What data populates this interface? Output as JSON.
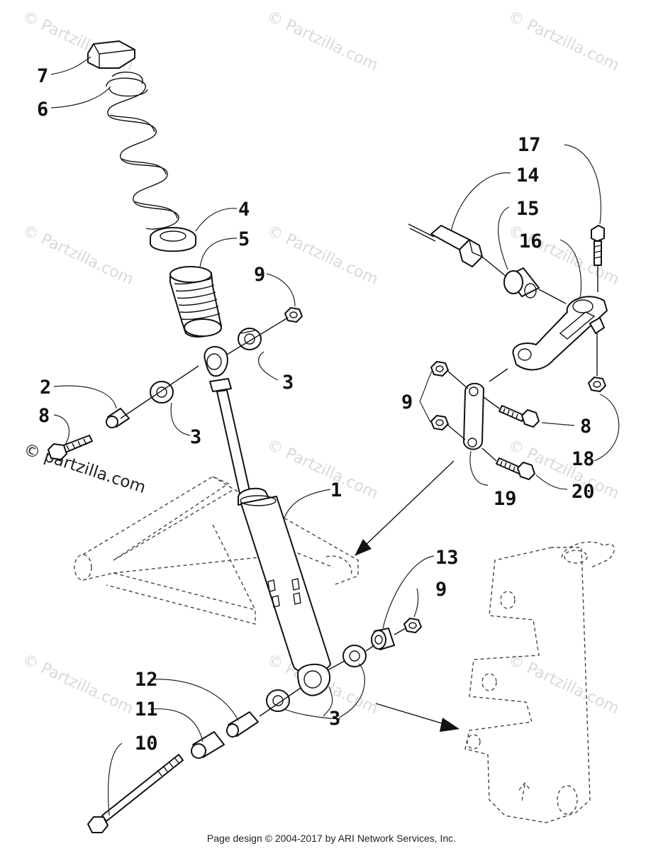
{
  "watermark": {
    "text": "Partzilla.com",
    "symbol": "©",
    "corner_text": "partzilla.com"
  },
  "callouts": {
    "c1": "1",
    "c2": "2",
    "c3a": "3",
    "c3b": "3",
    "c3c": "3",
    "c4": "4",
    "c5": "5",
    "c6": "6",
    "c7": "7",
    "c8a": "8",
    "c8b": "8",
    "c9a": "9",
    "c9b": "9",
    "c9c": "9",
    "c10": "10",
    "c11": "11",
    "c12": "12",
    "c13": "13",
    "c14": "14",
    "c15": "15",
    "c16": "16",
    "c17": "17",
    "c18": "18",
    "c19": "19",
    "c20": "20"
  },
  "footer": {
    "text": "Page design © 2004-2017 by ARI Network Services, Inc."
  }
}
